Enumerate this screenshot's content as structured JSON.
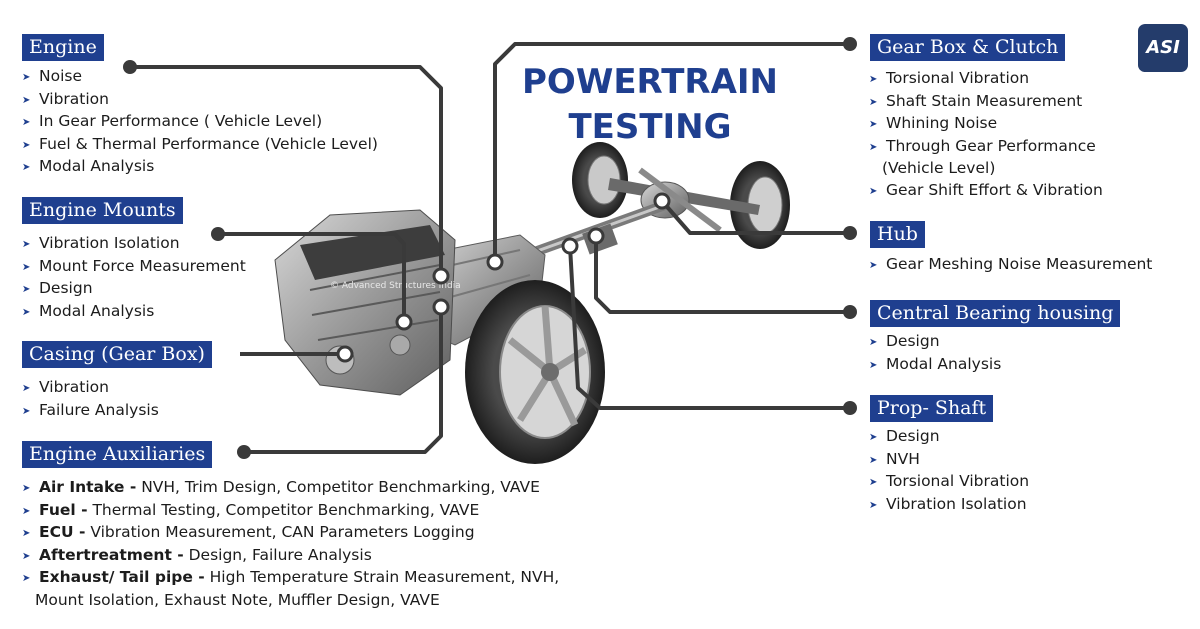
{
  "title": {
    "line1": "POWERTRAIN",
    "line2": "TESTING"
  },
  "logo": {
    "text": "ASI"
  },
  "watermark": "© Advanced Structures India",
  "sections": {
    "engine": {
      "heading": "Engine",
      "items": [
        "Noise",
        "Vibration",
        "In Gear Performance ( Vehicle Level)",
        "Fuel & Thermal Performance (Vehicle Level)",
        "Modal Analysis"
      ]
    },
    "engine_mounts": {
      "heading": "Engine Mounts",
      "items": [
        "Vibration Isolation",
        "Mount Force Measurement",
        "Design",
        "Modal Analysis"
      ]
    },
    "casing": {
      "heading": "Casing (Gear Box)",
      "items": [
        "Vibration",
        "Failure Analysis"
      ]
    },
    "engine_auxiliaries": {
      "heading": "Engine Auxiliaries",
      "items": [
        {
          "bold": "Air Intake -",
          "text": " NVH, Trim Design, Competitor Benchmarking, VAVE"
        },
        {
          "bold": "Fuel -",
          "text": " Thermal Testing, Competitor Benchmarking, VAVE"
        },
        {
          "bold": "ECU -",
          "text": " Vibration Measurement, CAN Parameters Logging"
        },
        {
          "bold": "Aftertreatment -",
          "text": " Design, Failure Analysis"
        },
        {
          "bold": "Exhaust/ Tail pipe -",
          "text": " High Temperature Strain Measurement, NVH,"
        }
      ],
      "continuation": "Mount Isolation, Exhaust Note, Muffler Design, VAVE"
    },
    "gearbox_clutch": {
      "heading": "Gear Box & Clutch",
      "items": [
        "Torsional Vibration",
        "Shaft Stain Measurement",
        "Whining Noise",
        "Through Gear Performance"
      ],
      "continuation": "(Vehicle Level)",
      "last": "Gear Shift Effort & Vibration"
    },
    "hub": {
      "heading": "Hub",
      "items": [
        "Gear Meshing Noise Measurement"
      ]
    },
    "central_bearing": {
      "heading": "Central Bearing housing",
      "items": [
        "Design",
        "Modal Analysis"
      ]
    },
    "prop_shaft": {
      "heading": "Prop- Shaft",
      "items": [
        "Design",
        "NVH",
        "Torsional Vibration",
        "Vibration Isolation"
      ]
    }
  },
  "colors": {
    "accent": "#1f3f8f",
    "connector": "#3a3a3a",
    "logo_bg": "#243c6b"
  }
}
